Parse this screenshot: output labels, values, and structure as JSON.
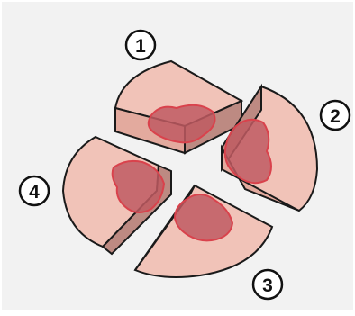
{
  "diagram": {
    "pieces": [
      {
        "id": 1,
        "label": "1"
      },
      {
        "id": 2,
        "label": "2"
      },
      {
        "id": 3,
        "label": "3"
      },
      {
        "id": 4,
        "label": "4"
      }
    ],
    "colors": {
      "background": "#f2f2f2",
      "tissue_top": "#f1c3b8",
      "tissue_side": "#e3aa9e",
      "tissue_cut": "#bd8a82",
      "lesion": "#c05a62",
      "lesion_edge": "#d9424c",
      "outline": "#1a1a1a"
    }
  }
}
